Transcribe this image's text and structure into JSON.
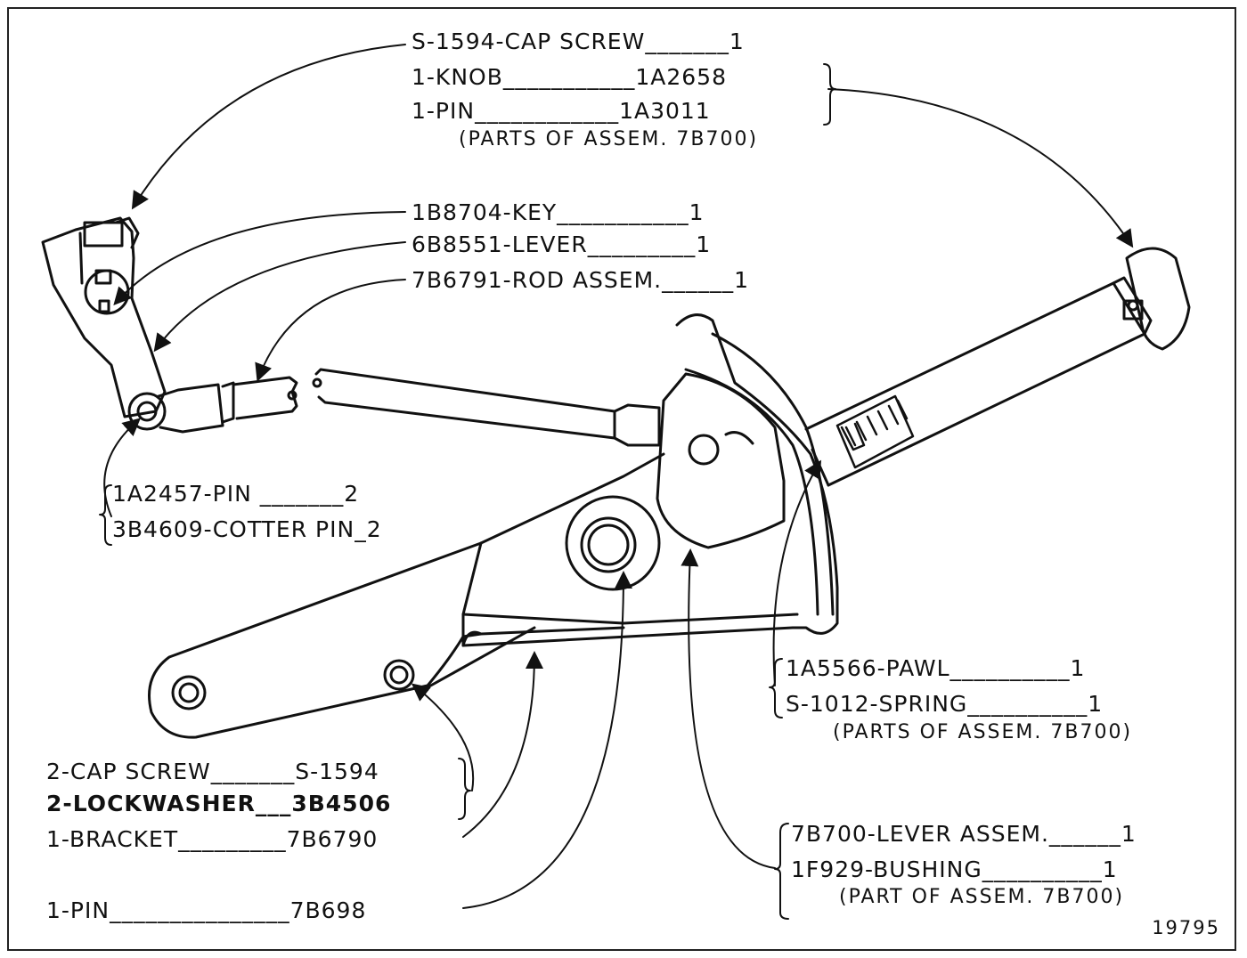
{
  "labels": {
    "cap_screw_top": "S-1594-CAP SCREW_______1",
    "knob": "1-KNOB___________1A2658",
    "pin_top": "1-PIN____________1A3011",
    "parts_of_top": "(PARTS OF ASSEM. 7B700)",
    "key": "1B8704-KEY___________1",
    "lever": "6B8551-LEVER_________1",
    "rod_assem": "7B6791-ROD ASSEM.______1",
    "pin_2": "1A2457-PIN _______2",
    "cotter_pin": "3B4609-COTTER PIN_2",
    "pawl": "1A5566-PAWL__________1",
    "spring": "S-1012-SPRING__________1",
    "parts_of_pawl": "(PARTS OF ASSEM. 7B700)",
    "cap_screw_bottom": "2-CAP SCREW_______S-1594",
    "lockwasher": "2-LOCKWASHER___3B4506",
    "bracket": "1-BRACKET_________7B6790",
    "pin_bottom": "1-PIN_______________7B698",
    "lever_assem": "7B700-LEVER ASSEM.______1",
    "bushing": "1F929-BUSHING__________1",
    "part_of_bushing": "(PART OF ASSEM. 7B700)"
  },
  "figure_number": "19795",
  "colors": {
    "ink": "#111111",
    "paper": "#ffffff"
  }
}
